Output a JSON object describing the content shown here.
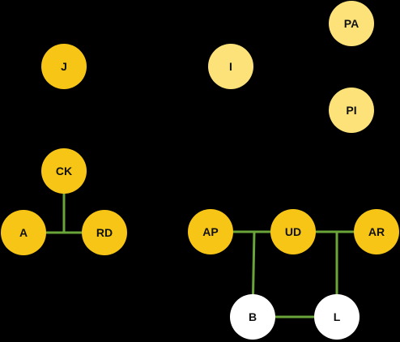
{
  "colors": {
    "background": "#000000",
    "edge": "#6aa539",
    "gold": "#f7c515",
    "light_gold": "#fde27a",
    "white": "#ffffff",
    "node_text": "#111111"
  },
  "nodes": [
    {
      "id": "J",
      "label": "J",
      "fill": "gold"
    },
    {
      "id": "I",
      "label": "I",
      "fill": "light_gold"
    },
    {
      "id": "PA",
      "label": "PA",
      "fill": "light_gold"
    },
    {
      "id": "PI",
      "label": "PI",
      "fill": "light_gold"
    },
    {
      "id": "CK",
      "label": "CK",
      "fill": "gold"
    },
    {
      "id": "A",
      "label": "A",
      "fill": "gold"
    },
    {
      "id": "RD",
      "label": "RD",
      "fill": "gold"
    },
    {
      "id": "AP",
      "label": "AP",
      "fill": "gold"
    },
    {
      "id": "UD",
      "label": "UD",
      "fill": "gold"
    },
    {
      "id": "AR",
      "label": "AR",
      "fill": "gold"
    },
    {
      "id": "B",
      "label": "B",
      "fill": "white"
    },
    {
      "id": "L",
      "label": "L",
      "fill": "white"
    }
  ],
  "edges": [
    {
      "from": "A",
      "to": "RD"
    },
    {
      "from": "CK",
      "to": "A-RD"
    },
    {
      "from": "AP",
      "to": "UD"
    },
    {
      "from": "UD",
      "to": "AR"
    },
    {
      "from": "AP-UD",
      "to": "B"
    },
    {
      "from": "UD-AR",
      "to": "L"
    },
    {
      "from": "B",
      "to": "L"
    }
  ]
}
